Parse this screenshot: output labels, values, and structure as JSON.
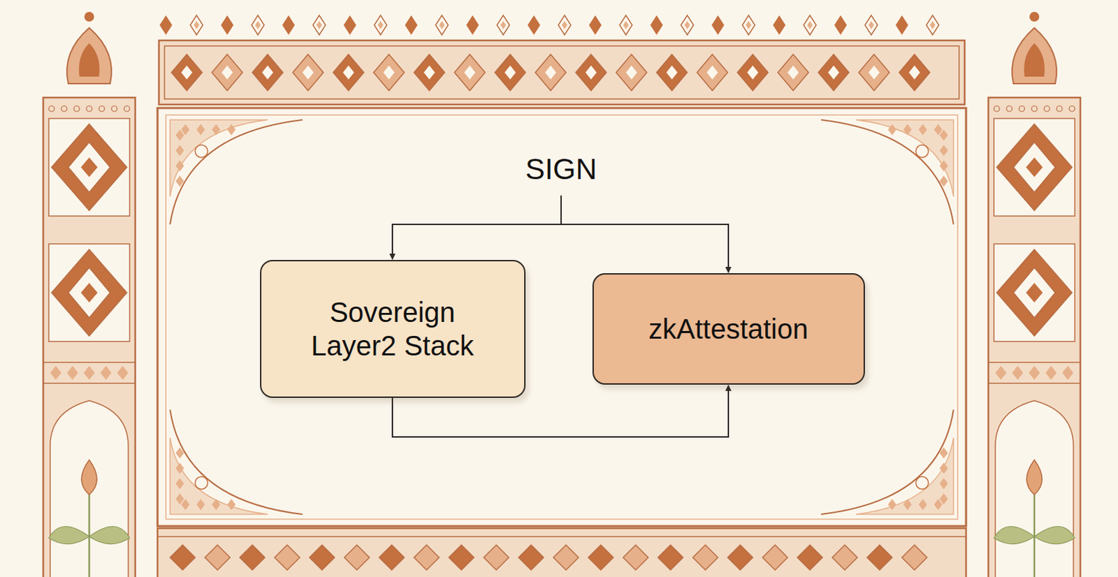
{
  "diagram": {
    "title": "SIGN",
    "nodes": [
      {
        "text": [
          "Sovereign Layer2 Stack"
        ]
      },
      {
        "text": [
          "zkAttestation"
        ]
      }
    ],
    "edges": [
      {
        "from": 0,
        "to": 1,
        "arrow": "to"
      }
    ]
  }
}
